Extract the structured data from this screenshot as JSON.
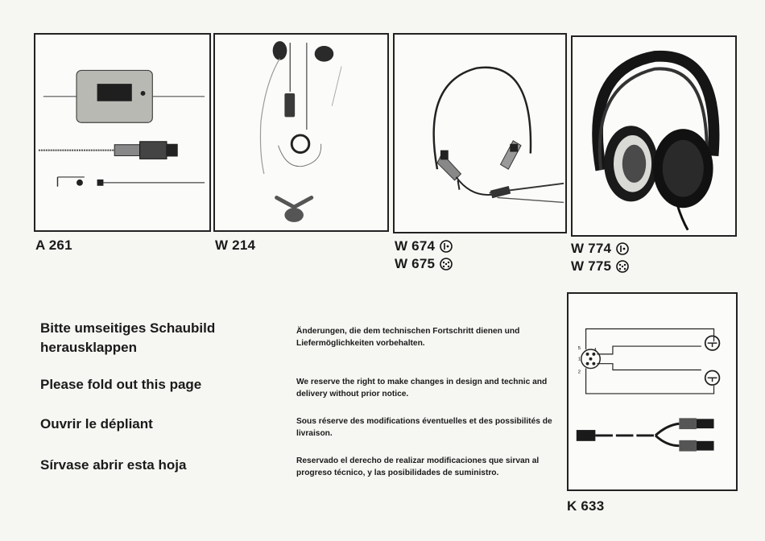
{
  "products": [
    {
      "id": "a261",
      "label": "A 261"
    },
    {
      "id": "w214",
      "label": "W 214"
    }
  ],
  "headphone_models": [
    {
      "label": "W 674",
      "icon": "din-plug-2pin-icon"
    },
    {
      "label": "W 675",
      "icon": "din-plug-5pin-icon"
    }
  ],
  "studio_models": [
    {
      "label": "W 774",
      "icon": "din-plug-2pin-icon"
    },
    {
      "label": "W 775",
      "icon": "din-plug-5pin-icon"
    }
  ],
  "cable": {
    "label": "K 633"
  },
  "fold_out": {
    "german": "Bitte umseitiges Schaubild herausklappen",
    "english": "Please fold out this page",
    "french": "Ouvrir le dépliant",
    "spanish": "Sírvase abrir esta hoja"
  },
  "disclaimers": {
    "german": "Änderungen, die dem technischen Fortschritt dienen und Liefermöglichkeiten vorbehalten.",
    "english": "We reserve the right to make changes in design and technic and delivery without prior notice.",
    "french": "Sous réserve des modifications éventuelles et des possibilités de livraison.",
    "spanish": "Reservado el derecho de realizar modificaciones que sirvan al progreso técnico, y las posibilidades de suministro."
  },
  "wiring_diagram": {
    "pin_labels": [
      "5",
      "4",
      "1",
      "2"
    ]
  }
}
